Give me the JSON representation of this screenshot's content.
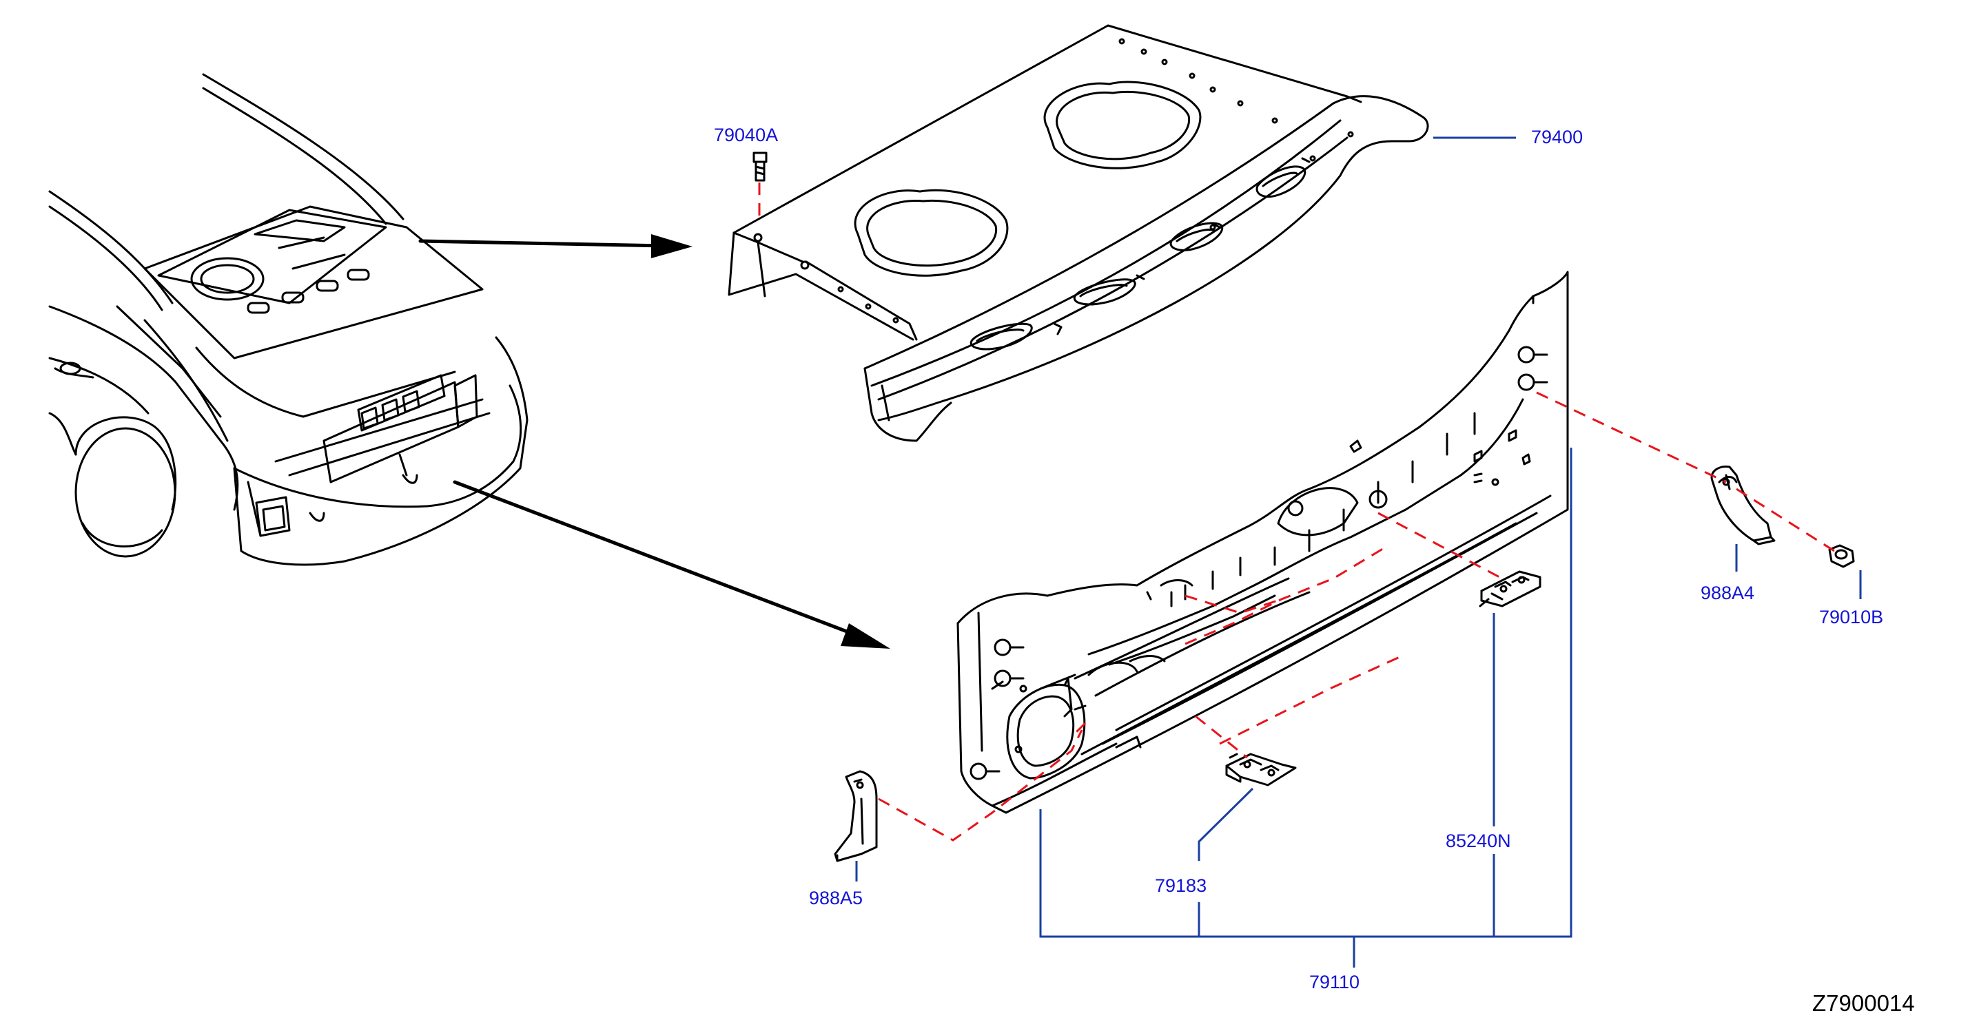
{
  "diagram": {
    "drawing_code": "Z7900014",
    "colors": {
      "background": "#ffffff",
      "line_art": "#000000",
      "callout_line": "#1a3fa0",
      "label_text": "#1313d6",
      "dashed_leader": "#e8141c",
      "code_text": "#000000"
    },
    "parts": [
      {
        "id": "79040A",
        "label": "79040A",
        "description_icon": "bolt-icon"
      },
      {
        "id": "79400",
        "label": "79400",
        "description_icon": "parcel-shelf-panel-icon"
      },
      {
        "id": "988A4",
        "label": "988A4",
        "description_icon": "bracket-icon"
      },
      {
        "id": "79010B",
        "label": "79010B",
        "description_icon": "nut-icon"
      },
      {
        "id": "85240N",
        "label": "85240N",
        "description_icon": "bracket-icon"
      },
      {
        "id": "79183",
        "label": "79183",
        "description_icon": "bracket-icon"
      },
      {
        "id": "79110",
        "label": "79110",
        "description_icon": "rear-panel-icon"
      },
      {
        "id": "988A5",
        "label": "988A5",
        "description_icon": "bracket-icon"
      }
    ]
  }
}
